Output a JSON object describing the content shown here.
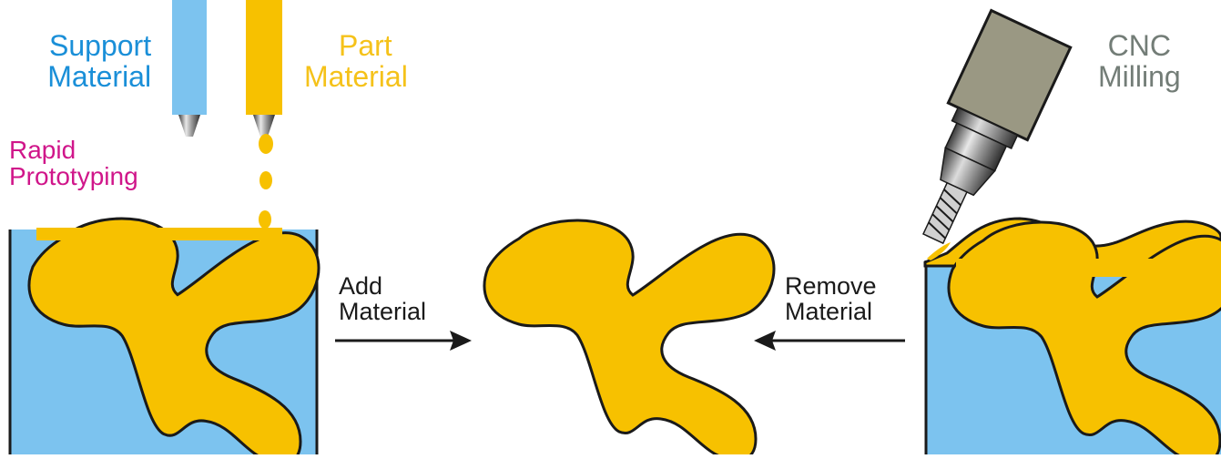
{
  "labels": {
    "support": [
      "Support",
      "Material"
    ],
    "part": [
      "Part",
      "Material"
    ],
    "rapid": [
      "Rapid",
      "Prototyping"
    ],
    "cnc": [
      "CNC",
      "Milling"
    ],
    "add": [
      "Add",
      "Material"
    ],
    "remove": [
      "Remove",
      "Material"
    ]
  },
  "colors": {
    "support": "#1a8fd8",
    "part_text": "#f5c21a",
    "part_fill": "#f7c100",
    "support_fill": "#7cc3ef",
    "rapid_text": "#d0168a",
    "cnc_text": "#737d77",
    "outline": "#1a1a1a",
    "spindle_body": "#9a9883"
  },
  "icons": [
    "support-nozzle-icon",
    "part-nozzle-icon",
    "material-droplet-icon",
    "cnc-spindle-icon",
    "milling-bit-icon",
    "arrow-right-icon",
    "arrow-left-icon"
  ]
}
